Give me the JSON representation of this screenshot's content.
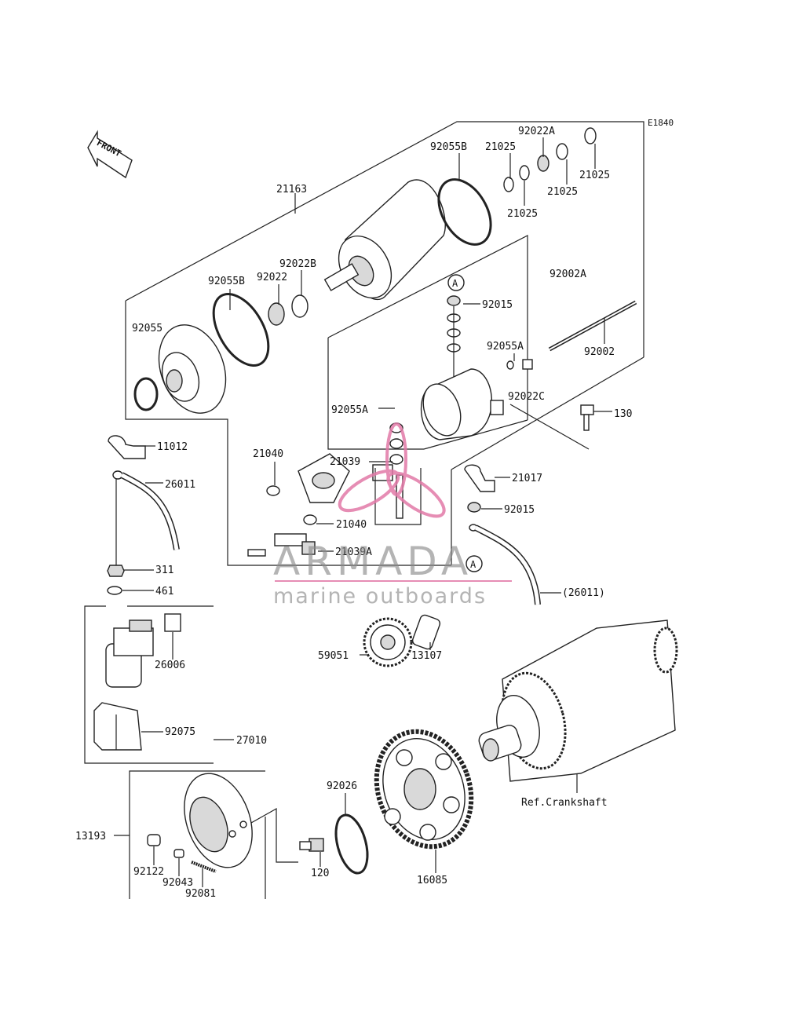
{
  "diagram_code": "E1840",
  "front_label": "FRONT",
  "watermark": {
    "brand": "ARMADA",
    "tagline": "marine outboards",
    "color": "#e27aa8"
  },
  "labels": {
    "l21163": "21163",
    "l92055B_top": "92055B",
    "l21025_a": "21025",
    "l92022A": "92022A",
    "l21025_b": "21025",
    "l21025_c": "21025",
    "l21025_d": "21025",
    "l92002A": "92002A",
    "l92022B": "92022B",
    "l92055B_left": "92055B",
    "l92022": "92022",
    "l92055": "92055",
    "l92015_top": "92015",
    "l92055A_right": "92055A",
    "l92002": "92002",
    "l92022C": "92022C",
    "l130": "130",
    "l92055A_left": "92055A",
    "l11012": "11012",
    "l26011": "26011",
    "l21040_top": "21040",
    "l21039": "21039",
    "l21017": "21017",
    "l92015_mid": "92015",
    "l21040_bot": "21040",
    "l311": "311",
    "l21039A": "21039A",
    "l461": "461",
    "l26011_paren": "(26011)",
    "l26006": "26006",
    "l59051": "59051",
    "l13107": "13107",
    "l92075": "92075",
    "l27010": "27010",
    "l92026": "92026",
    "l13193": "13193",
    "l92122": "92122",
    "l92043": "92043",
    "l92081": "92081",
    "l120": "120",
    "l16085": "16085",
    "lcrank": "Ref.Crankshaft",
    "callout_a1": "A",
    "callout_a2": "A"
  }
}
